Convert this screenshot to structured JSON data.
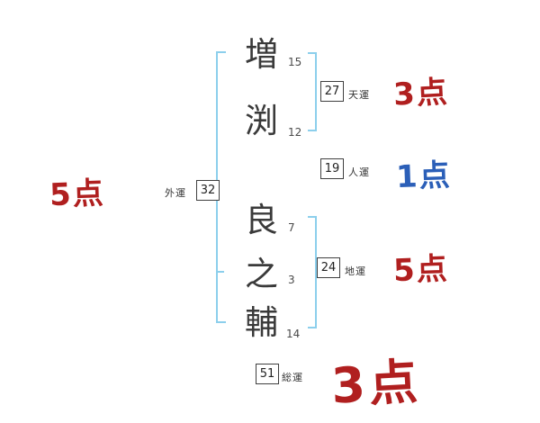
{
  "name": {
    "chars": [
      {
        "char": "増",
        "strokes": "15"
      },
      {
        "char": "渕",
        "strokes": "12"
      },
      {
        "char": "良",
        "strokes": "7"
      },
      {
        "char": "之",
        "strokes": "3"
      },
      {
        "char": "輔",
        "strokes": "14"
      }
    ]
  },
  "fortunes": {
    "heaven": {
      "value": "27",
      "label": "天運",
      "score": "3点"
    },
    "person": {
      "value": "19",
      "label": "人運",
      "score": "1点"
    },
    "earth": {
      "value": "24",
      "label": "地運",
      "score": "5点"
    },
    "outer": {
      "value": "32",
      "label": "外運",
      "score": "5点"
    },
    "total": {
      "value": "51",
      "label": "総運",
      "score": "3点"
    }
  },
  "colors": {
    "bracket": "#8ccfec",
    "score_red": "#b01f1f",
    "score_blue": "#2b5fb8",
    "ink": "#3a3a3a"
  }
}
